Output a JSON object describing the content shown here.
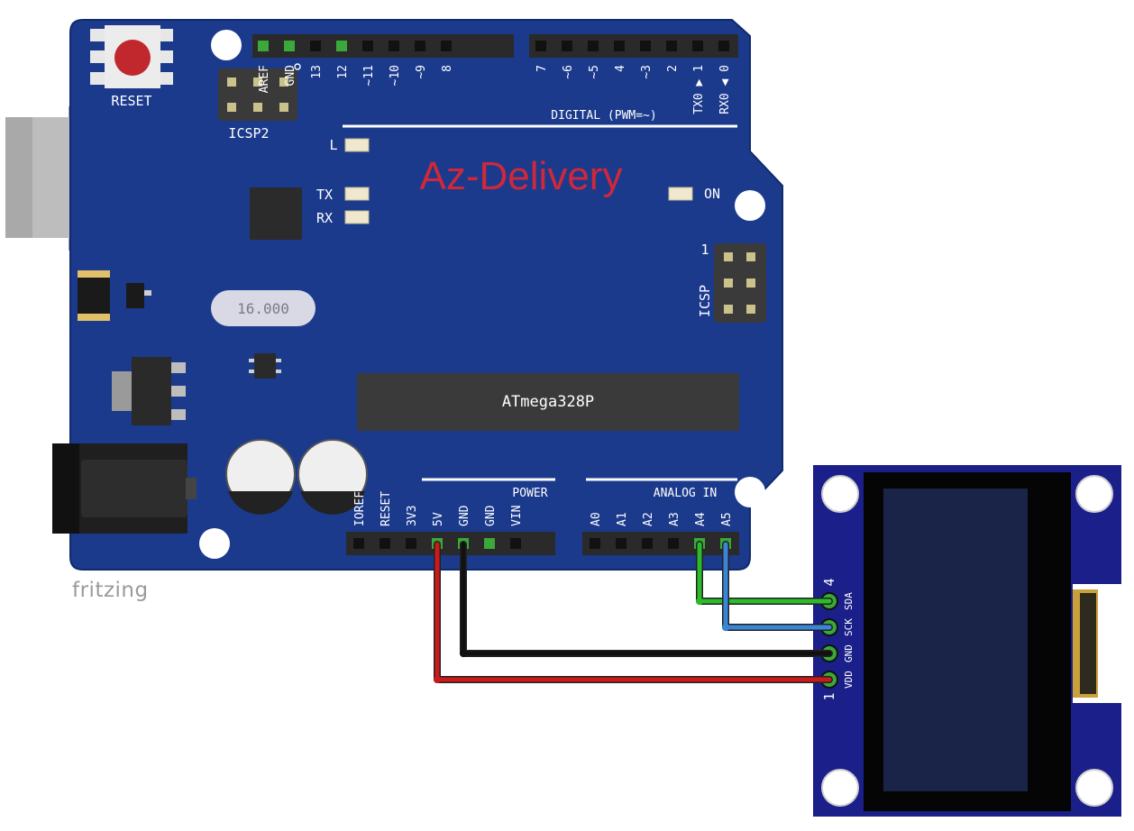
{
  "board": {
    "reset_label": "RESET",
    "icsp2_label": "ICSP2",
    "icsp_label": "ICSP",
    "icsp_pin1_label": "1",
    "brand": "AZ-Delivery",
    "led_l_label": "L",
    "led_tx_label": "TX",
    "led_rx_label": "RX",
    "led_on_label": "ON",
    "crystal_label": "16.000",
    "chip_label": "ATmega328P",
    "digital_header_label": "DIGITAL (PWM=~)",
    "power_header_label": "POWER",
    "analog_header_label": "ANALOG IN",
    "digital_pins_left": [
      "AREF",
      "GND",
      "13",
      "12",
      "~11",
      "~10",
      "~9",
      "8"
    ],
    "digital_pins_right": [
      "7",
      "~6",
      "~5",
      "4",
      "~3",
      "2",
      "TX0 ▶ 1",
      "RX0 ◀ 0"
    ],
    "power_pins": [
      "IOREF",
      "RESET",
      "3V3",
      "5V",
      "GND",
      "GND",
      "VIN"
    ],
    "analog_pins": [
      "A0",
      "A1",
      "A2",
      "A3",
      "A4",
      "A5"
    ],
    "colors": {
      "board": "#1b3a8c",
      "board_edge": "#102a6b",
      "brand": "#d0283a",
      "silkscreen": "#ffffff"
    }
  },
  "display": {
    "pin_labels": [
      "VDD",
      "GND",
      "SCK",
      "SDA"
    ],
    "pin_start_label": "1",
    "pin_end_label": "4",
    "colors": {
      "pcb": "#1a1f8a",
      "screen": "#1a2448"
    }
  },
  "wires": [
    {
      "from": "5V",
      "to": "VDD",
      "color": "#cc1a1a"
    },
    {
      "from": "GND",
      "to": "GND",
      "color": "#111111"
    },
    {
      "from": "A4",
      "to": "SDA",
      "color": "#2bbb2b"
    },
    {
      "from": "A5",
      "to": "SCK",
      "color": "#3a86d6"
    }
  ],
  "footer": {
    "tool_label": "fritzing"
  }
}
